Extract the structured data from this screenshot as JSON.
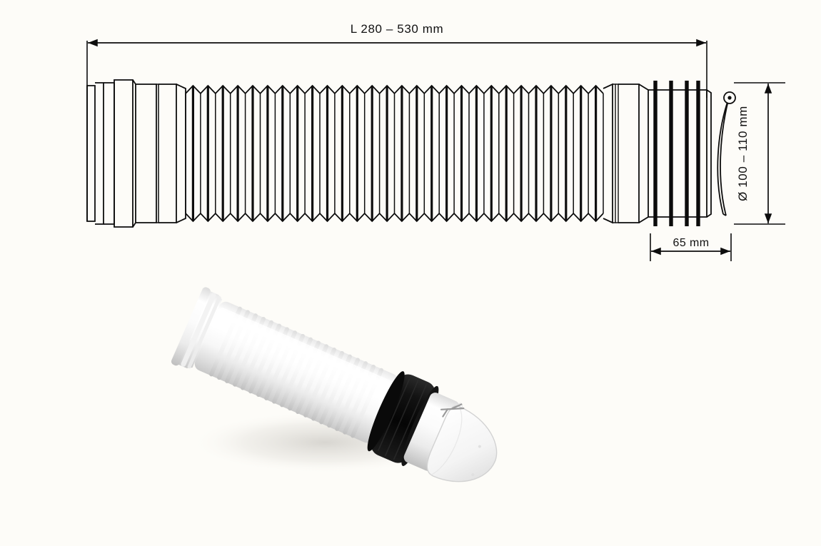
{
  "page": {
    "background_color": "#fdfcf8",
    "line_color": "#0d0d0d",
    "title": "Flexible WC pan connector - technical drawing and product photo"
  },
  "technical_drawing": {
    "name": "flexible-wc-pan-connector-drawing",
    "dimensions": {
      "length": {
        "label": "L  280 – 530 mm",
        "symbol": "L",
        "min_mm": 280,
        "max_mm": 530,
        "unit": "mm",
        "orientation": "horizontal",
        "position": "top"
      },
      "diameter": {
        "label": "Ø 100 – 110 mm",
        "symbol": "Ø",
        "min_mm": 100,
        "max_mm": 110,
        "unit": "mm",
        "orientation": "vertical",
        "position": "right"
      },
      "seal_length": {
        "label": "65 mm",
        "value_mm": 65,
        "unit": "mm",
        "orientation": "horizontal",
        "position": "bottom-right"
      }
    },
    "parts": {
      "socket_collar": "socket-collar-left",
      "straight_barrel": "straight-barrel",
      "bellows": "corrugated-bellows",
      "bellows_fold_count": 28,
      "taper": "tapered-transition",
      "sealing_lips": "rubber-sealing-lips",
      "sealing_lip_count": 4,
      "valve_flap": "non-return-valve-flap",
      "hinge_pin": "valve-hinge-pin"
    }
  },
  "product_photo": {
    "name": "flexible-wc-pan-connector-photo",
    "body_color": "#ffffff",
    "seal_color": "#1a1a1a",
    "description": "White flexible pan connector with black rubber seal rings and white valve flap"
  }
}
